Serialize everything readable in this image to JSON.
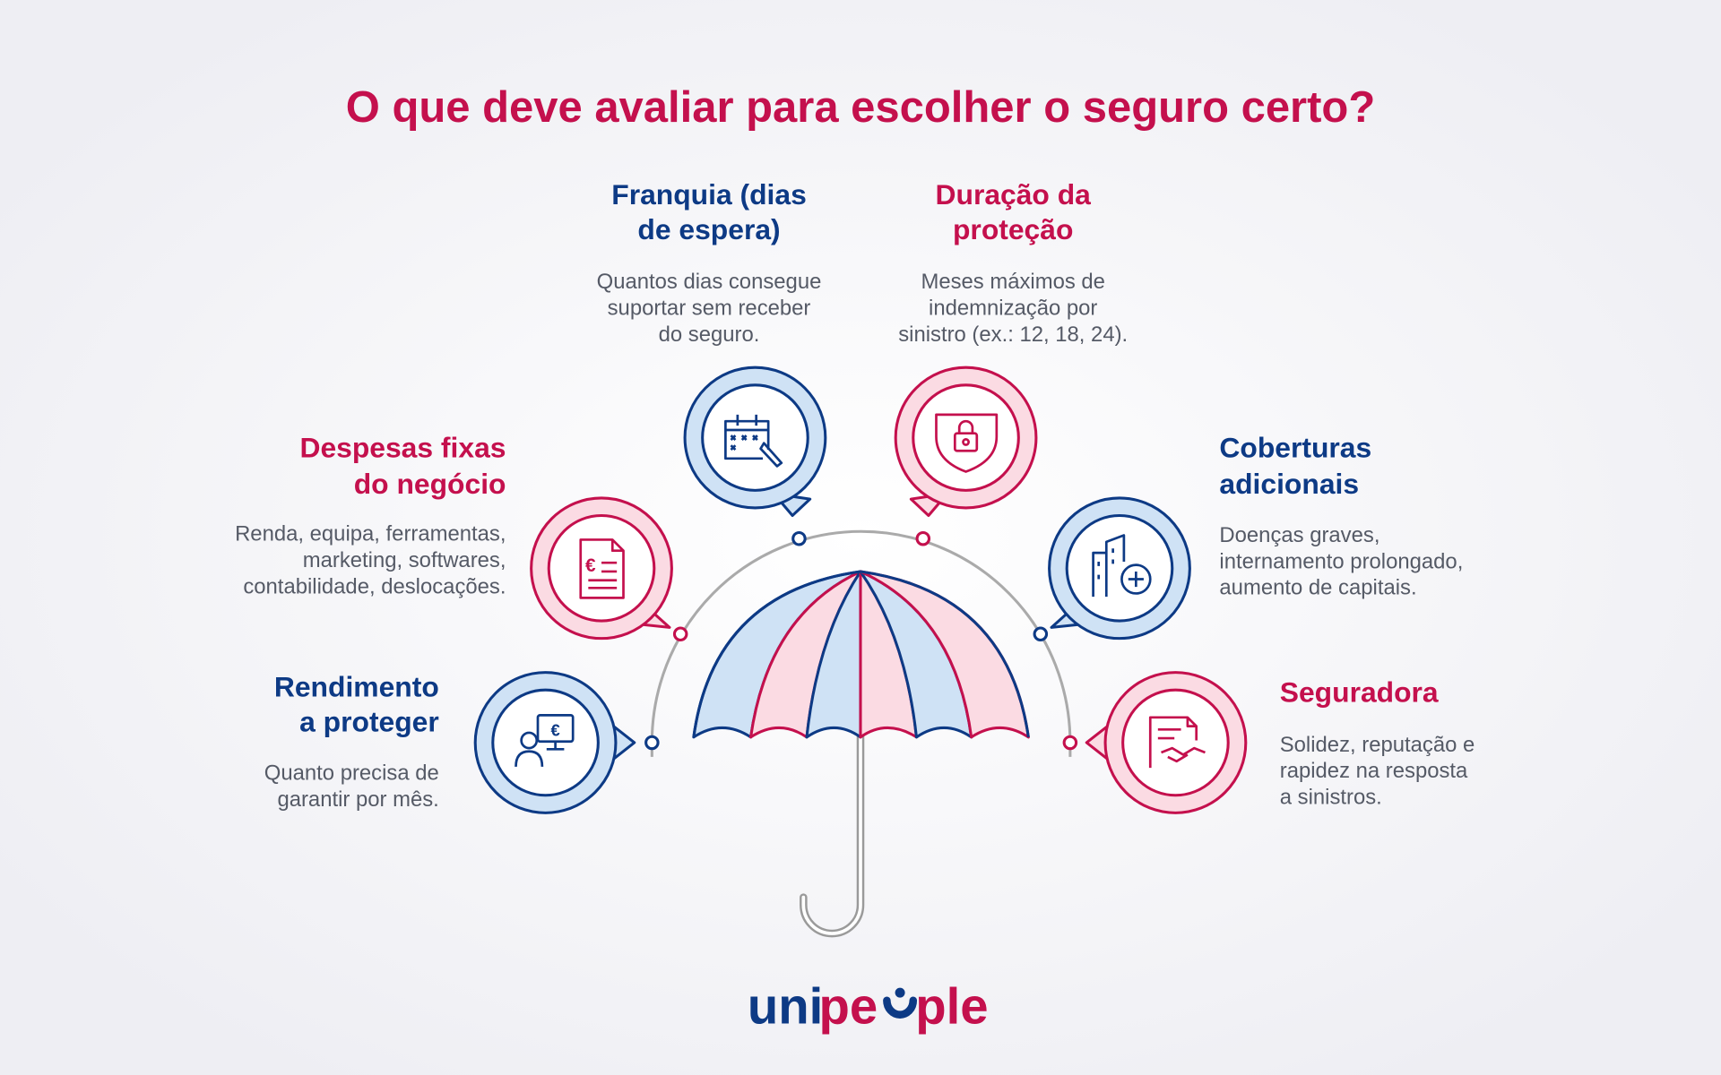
{
  "title": "O que deve avaliar para escolher o seguro certo?",
  "colors": {
    "navy": "#0d3a85",
    "crimson": "#c4104d",
    "light_blue": "#cfe2f5",
    "light_pink": "#fbdbe3"
  },
  "items": {
    "franquia": {
      "title": [
        "Franquia (dias",
        "de espera)"
      ],
      "desc": [
        "Quantos dias consegue",
        "suportar sem receber",
        "do seguro."
      ],
      "icon": "calendar-icon"
    },
    "duracao": {
      "title": [
        "Duração da",
        "proteção"
      ],
      "desc": [
        "Meses máximos de",
        "indemnização por",
        "sinistro (ex.: 12, 18, 24)."
      ],
      "icon": "shield-lock-icon"
    },
    "despesas": {
      "title": [
        "Despesas fixas",
        "do negócio"
      ],
      "desc": [
        "Renda, equipa, ferramentas,",
        "marketing, softwares,",
        "contabilidade, deslocações."
      ],
      "icon": "euro-invoice-icon"
    },
    "coberturas": {
      "title": [
        "Coberturas",
        "adicionais"
      ],
      "desc": [
        "Doenças graves,",
        "internamento prolongado,",
        "aumento de capitais."
      ],
      "icon": "buildings-plus-icon"
    },
    "rendimento": {
      "title": [
        "Rendimento",
        "a proteger"
      ],
      "desc": [
        "Quanto precisa de",
        "garantir por mês."
      ],
      "icon": "person-monitor-euro-icon"
    },
    "seguradora": {
      "title": [
        "Seguradora"
      ],
      "desc": [
        "Solidez, reputação e",
        "rapidez na resposta",
        "a sinistros."
      ],
      "icon": "contract-handshake-icon"
    }
  },
  "logo": {
    "text": "unipeople",
    "parts": [
      "uni",
      "pe",
      "ple"
    ]
  }
}
